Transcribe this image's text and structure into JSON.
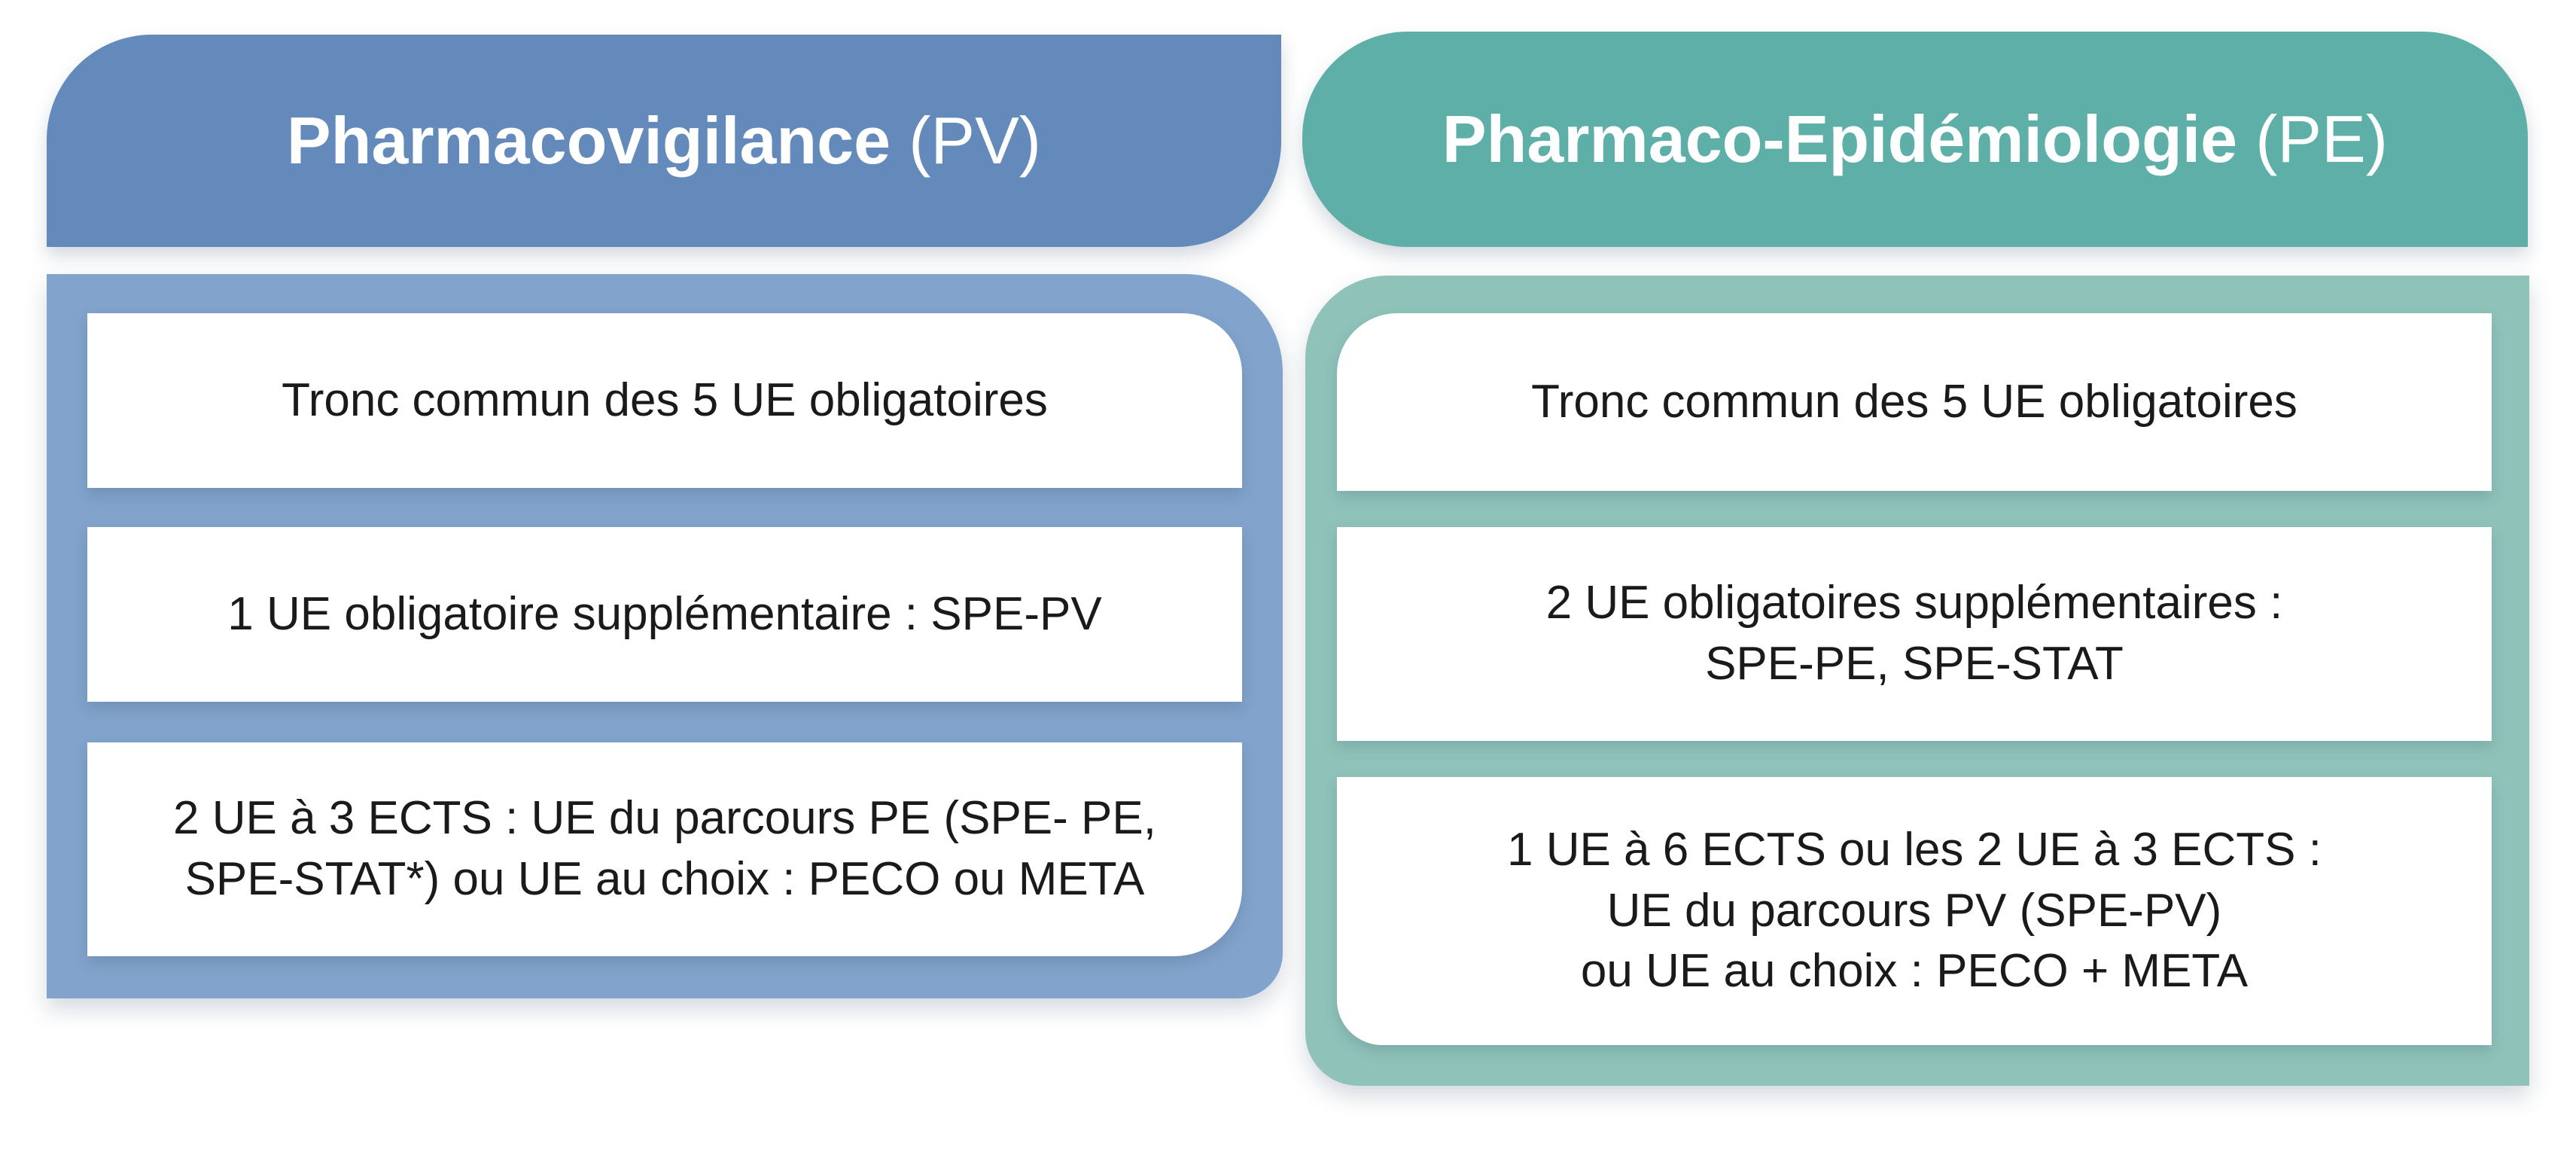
{
  "colors": {
    "pv_header": "#638aba",
    "pv_panel": "#82a3cb",
    "pe_header": "#5eafa8",
    "pe_panel": "#8fc3ba",
    "box_background": "#ffffff",
    "text": "#1a1a1a"
  },
  "pv": {
    "title": "Pharmacovigilance",
    "abbr": "(PV)",
    "items": [
      "Tronc commun des 5 UE obligatoires",
      "1 UE obligatoire supplémentaire : SPE-PV",
      "2 UE à 3 ECTS : UE du parcours PE (SPE- PE,\nSPE-STAT*) ou UE au choix : PECO ou META"
    ]
  },
  "pe": {
    "title": "Pharmaco-Epidémiologie",
    "abbr": "(PE)",
    "items": [
      "Tronc commun des 5 UE obligatoires",
      "2 UE obligatoires supplémentaires :\nSPE-PE, SPE-STAT",
      "1 UE à 6 ECTS ou les 2 UE à 3 ECTS :\nUE du parcours PV (SPE-PV)\nou UE au choix : PECO + META"
    ]
  }
}
